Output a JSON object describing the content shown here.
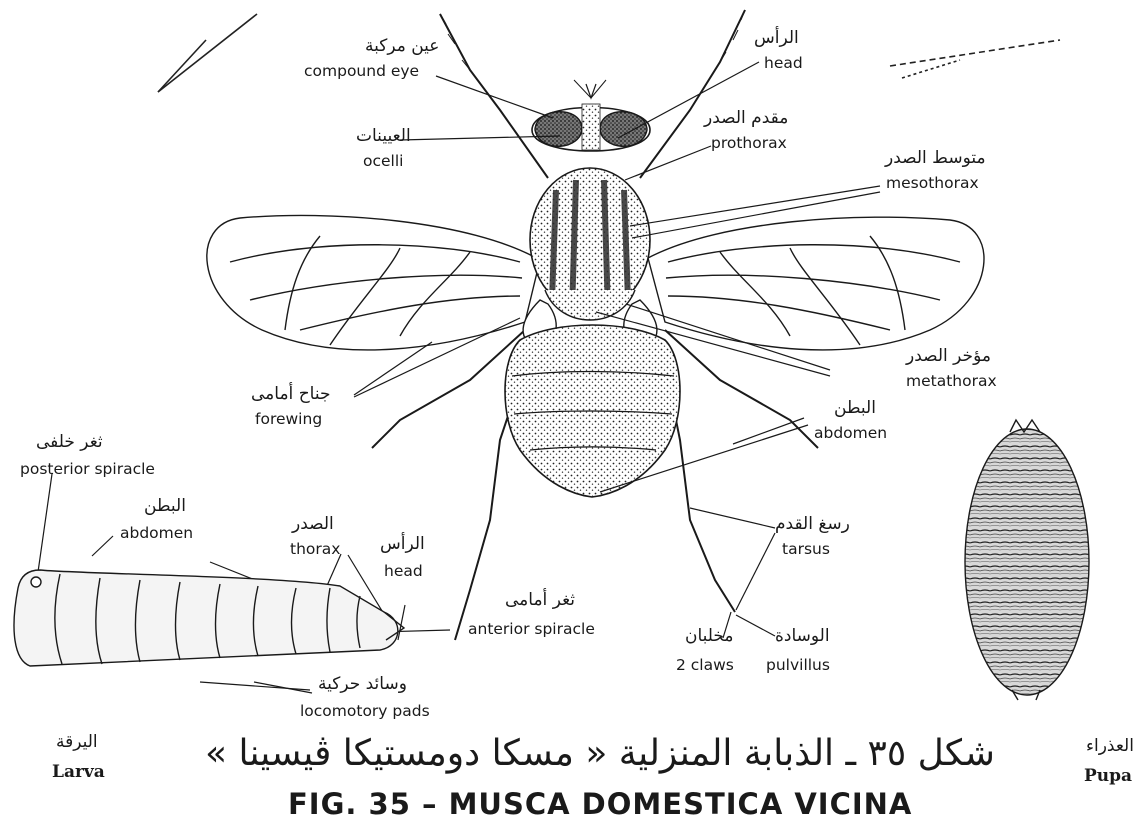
{
  "fly_labels": {
    "compound_eye": {
      "ar": "عين مركبة",
      "en": "compound eye"
    },
    "head": {
      "ar": "الرأس",
      "en": "head"
    },
    "ocelli": {
      "ar": "العيينات",
      "en": "ocelli"
    },
    "prothorax": {
      "ar": "مقدم الصدر",
      "en": "prothorax"
    },
    "mesothorax": {
      "ar": "متوسط الصدر",
      "en": "mesothorax"
    },
    "metathorax": {
      "ar": "مؤخر الصدر",
      "en": "metathorax"
    },
    "forewing": {
      "ar": "جناح أمامى",
      "en": "forewing"
    },
    "abdomen": {
      "ar": "البطن",
      "en": "abdomen"
    },
    "tarsus": {
      "ar": "رسغ القدم",
      "en": "tarsus"
    },
    "claws": {
      "ar": "مخلبان",
      "en": "2 claws"
    },
    "pulvillus": {
      "ar": "الوسادة",
      "en": "pulvillus"
    }
  },
  "larva_labels": {
    "posterior_spiracle": {
      "ar": "ثغر خلفى",
      "en": "posterior spiracle"
    },
    "abdomen": {
      "ar": "البطن",
      "en": "abdomen"
    },
    "thorax": {
      "ar": "الصدر",
      "en": "thorax"
    },
    "head": {
      "ar": "الرأس",
      "en": "head"
    },
    "anterior_spiracle": {
      "ar": "ثغر أمامى",
      "en": "anterior spiracle"
    },
    "locomotory_pads": {
      "ar": "وسائد حركية",
      "en": "locomotory pads"
    },
    "caption": {
      "ar": "اليرقة",
      "en": "Larva"
    }
  },
  "pupa_labels": {
    "caption": {
      "ar": "العذراء",
      "en": "Pupa"
    }
  },
  "figure_caption": {
    "ar": "شكل ٣٥ ـ الذبابة المنزلية « مسكا دومستيكا ڤيسينا »",
    "en": "FIG. 35 – MUSCA DOMESTICA VICINA"
  },
  "colors": {
    "ink": "#1a1a1a",
    "paper": "#ffffff"
  }
}
